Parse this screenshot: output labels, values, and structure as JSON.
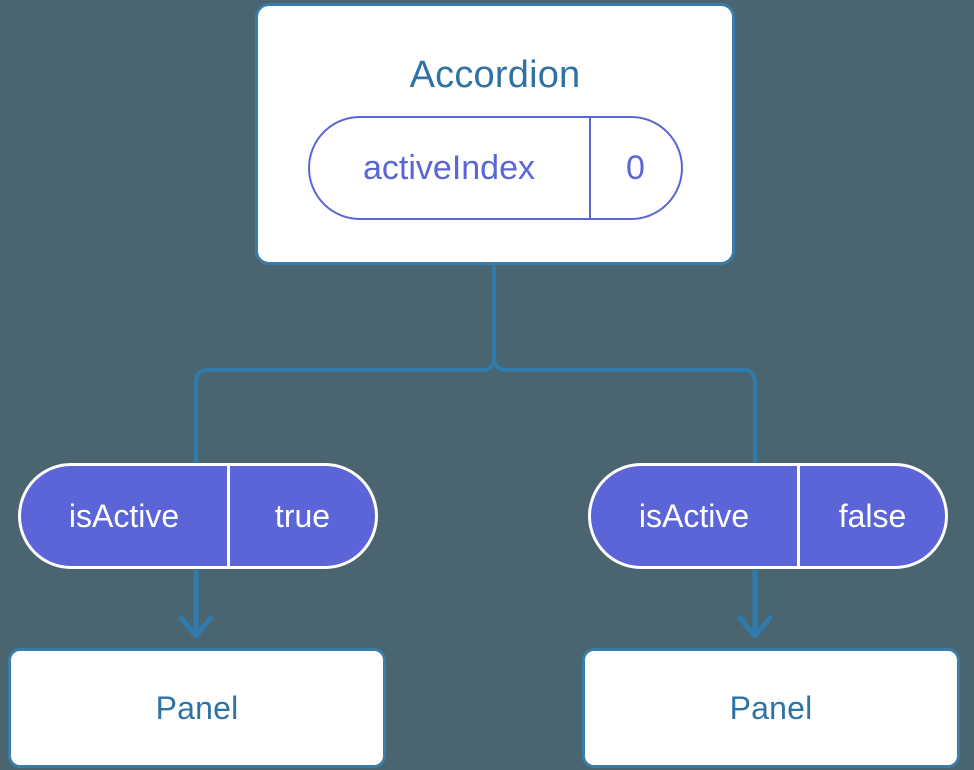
{
  "diagram": {
    "background_color": "#4a6570",
    "accent_blue": "#3a7ca8",
    "title_blue": "#2f72a4",
    "pill_purple": "#5c65d8",
    "pill_outline_purple": "#5b66d6",
    "root": {
      "title": "Accordion",
      "state_badge": {
        "key": "activeIndex",
        "value": "0"
      }
    },
    "branches": [
      {
        "badge": {
          "key": "isActive",
          "value": "true"
        },
        "child": {
          "title": "Panel"
        }
      },
      {
        "badge": {
          "key": "isActive",
          "value": "false"
        },
        "child": {
          "title": "Panel"
        }
      }
    ]
  }
}
